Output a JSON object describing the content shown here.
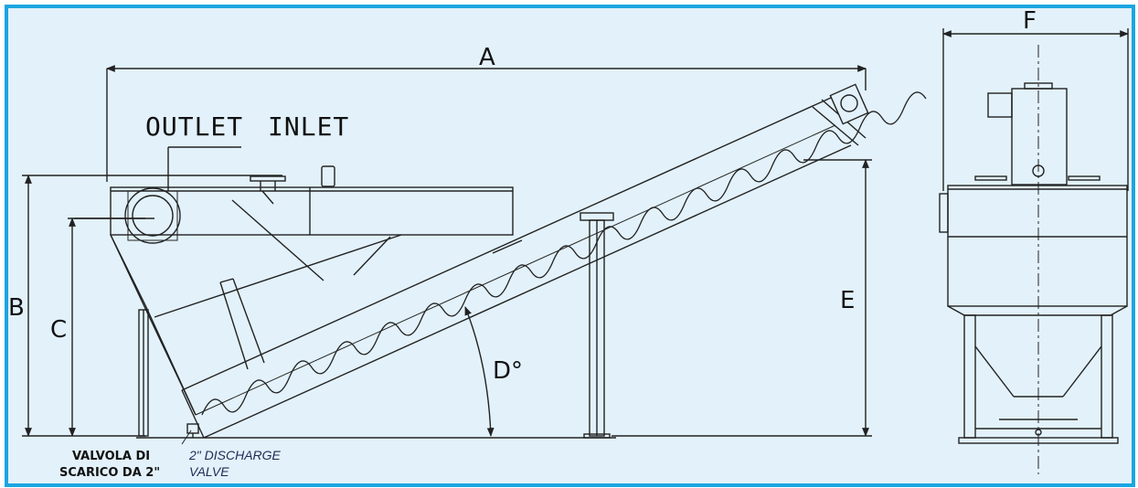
{
  "labels": {
    "outlet": "OUTLET",
    "inlet": "INLET",
    "dim_a": "A",
    "dim_b": "B",
    "dim_c": "C",
    "dim_d": "D°",
    "dim_e": "E",
    "dim_f": "F",
    "valve_it_line1": "VALVOLA DI",
    "valve_it_line2": "SCARICO DA 2\"",
    "valve_en_line1": "2\" DISCHARGE",
    "valve_en_line2": "VALVE"
  },
  "colors": {
    "frame_border": "#1aa6e0",
    "background": "#e2f1fa",
    "line": "#222222"
  }
}
